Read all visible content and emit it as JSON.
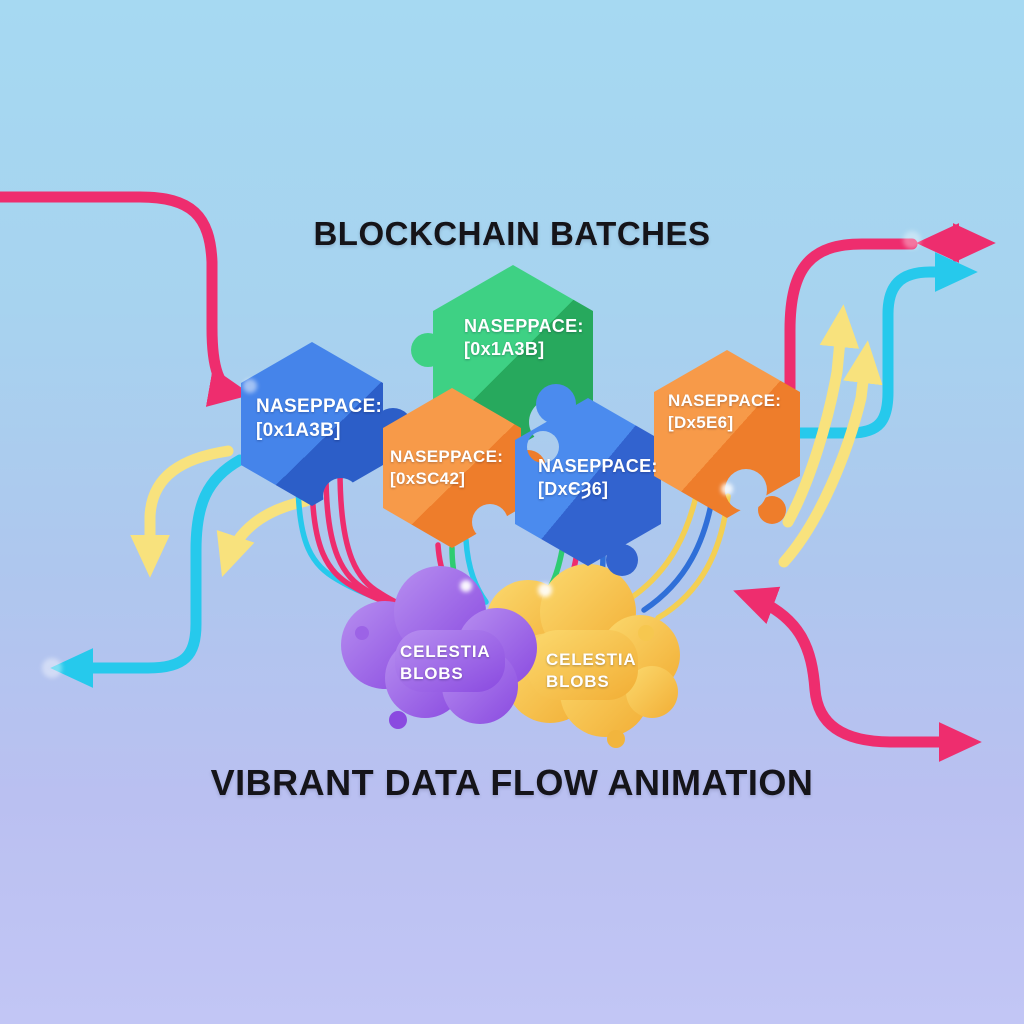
{
  "titles": {
    "top": "BLOCKCHAIN BATCHES",
    "bottom": "VIBRANT DATA FLOW ANIMATION"
  },
  "batches": [
    {
      "position": "left",
      "shape": "hexagon-puzzle",
      "name": "NASEPPACE:",
      "hash": "[0x1A3B]",
      "color_top": "#4584ea",
      "color_bottom": "#2c5ec8"
    },
    {
      "position": "top-center",
      "shape": "hexagon-puzzle",
      "name": "NASEPPACE:",
      "hash": "[0x1A3B]",
      "color_top": "#3ed184",
      "color_bottom": "#27a95d"
    },
    {
      "position": "mid-left",
      "shape": "hexagon-puzzle",
      "name": "NASEPPACE:",
      "hash": "[0xSC42]",
      "color_top": "#f79a49",
      "color_bottom": "#ee7d2b"
    },
    {
      "position": "center",
      "shape": "hexagon-puzzle",
      "name": "NASEPPACE:",
      "hash": "[DxЄȜ6]",
      "color_top": "#4b8bee",
      "color_bottom": "#3263cf"
    },
    {
      "position": "right",
      "shape": "hexagon-puzzle",
      "name": "NASEPPACE:",
      "hash": "[Dx5E6]",
      "color_top": "#f79a49",
      "color_bottom": "#ee7d2b"
    }
  ],
  "blobs": [
    {
      "position": "left",
      "line1": "CELESTIA",
      "line2": "BLOBS",
      "color_light": "#b78ff0",
      "color_dark": "#8a4ae0"
    },
    {
      "position": "right",
      "line1": "CELESTIA",
      "line2": "BLOBS",
      "color_light": "#fbd96e",
      "color_dark": "#f2ae35"
    }
  ],
  "palette": {
    "background_top": "#a6d9f2",
    "background_bottom": "#c2c6f5",
    "arrow_pink": "#ee2d6e",
    "arrow_cyan": "#26c9ec",
    "arrow_yellow": "#f8e27d",
    "flow_pink": "#ee2d6e",
    "flow_cyan": "#26c9ec",
    "flow_yellow": "#f3cf53",
    "flow_green": "#2ecc71",
    "flow_blue": "#2f6fd8",
    "title_color": "#151419"
  }
}
